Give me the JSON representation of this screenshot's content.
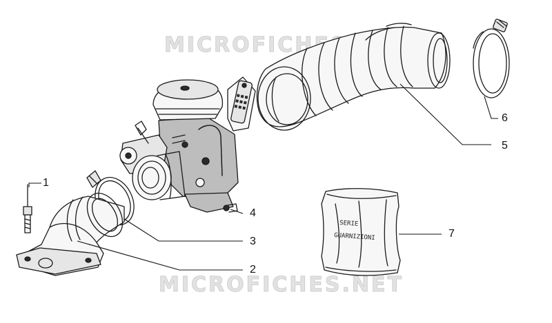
{
  "watermark": {
    "top": "MICROFICHES.NET",
    "bottom": "MICROFICHES.NET"
  },
  "callouts": [
    {
      "id": "1",
      "label": "1"
    },
    {
      "id": "2",
      "label": "2"
    },
    {
      "id": "3",
      "label": "3"
    },
    {
      "id": "4",
      "label": "4"
    },
    {
      "id": "5",
      "label": "5"
    },
    {
      "id": "6",
      "label": "6"
    },
    {
      "id": "7",
      "label": "7"
    }
  ],
  "kit_label": {
    "line1": "SERIE",
    "line2": "GUARNIZIONI"
  }
}
